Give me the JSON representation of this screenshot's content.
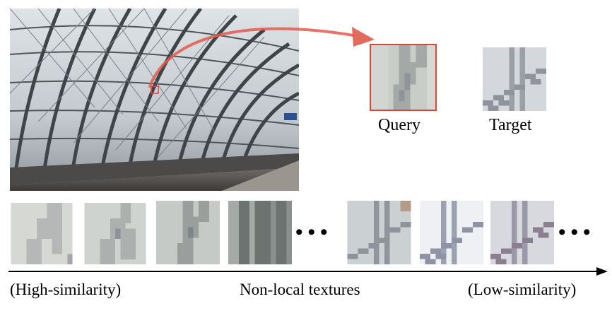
{
  "figure": {
    "query_label": "Query",
    "target_label": "Target",
    "axis_left_label": "(High-similarity)",
    "axis_center_label": "Non-local textures",
    "axis_right_label": "(Low-similarity)",
    "ellipsis_1": "•••",
    "ellipsis_2": "•••",
    "colors": {
      "highlight": "#d9463a",
      "arrow": "#e05a4e",
      "axis": "#000000"
    }
  }
}
